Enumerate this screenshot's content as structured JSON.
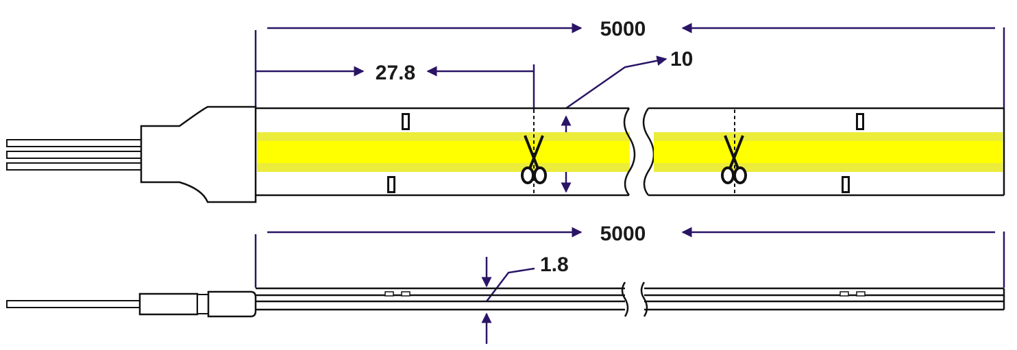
{
  "dimensions": {
    "top_length": "5000",
    "cut_pitch": "27.8",
    "width": "10",
    "bottom_length": "5000",
    "thickness": "1.8"
  },
  "colors": {
    "dimension_line": "#2a1466",
    "outline": "#111111",
    "led_bright": "#ffff00",
    "led_soft": "#ecec3a",
    "component": "#111111"
  },
  "icons": {
    "cut_mark": "scissors-icon",
    "break": "break-mark-icon"
  }
}
